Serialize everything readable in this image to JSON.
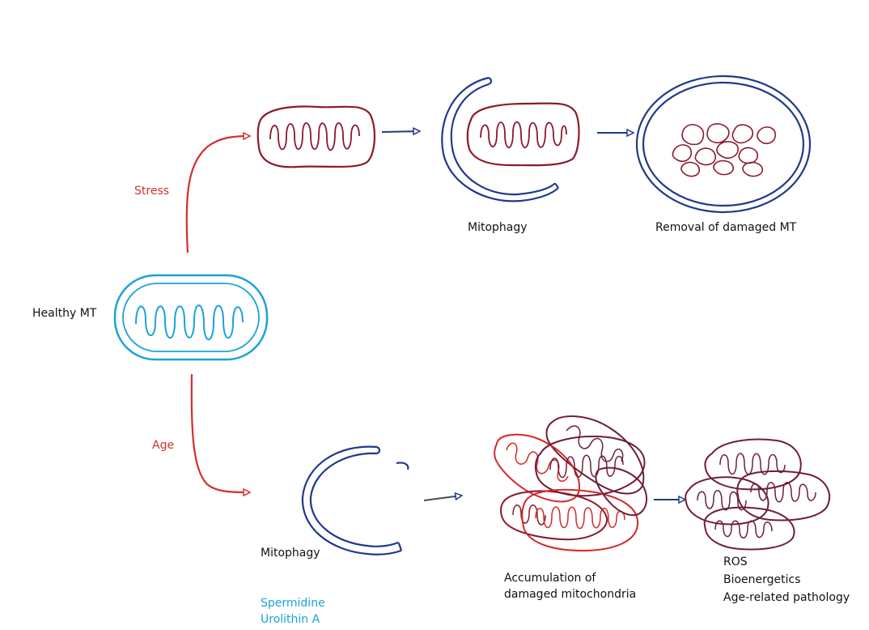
{
  "labels": {
    "healthy": "Healthy MT",
    "stress": "Stress",
    "age": "Age",
    "mitophagy_top": "Mitophagy",
    "removal": "Removal of damaged MT",
    "mitophagy_bottom": "Mitophagy",
    "interventions": [
      "Spermidine",
      "Urolithin A"
    ],
    "accumulation": [
      "Accumulation of",
      "damaged mitochondria"
    ],
    "outcomes": [
      "ROS",
      "Bioenergetics",
      "Age-related pathology"
    ]
  },
  "colors": {
    "healthy": "#1aa3d6",
    "stress_path": "#d32f2f",
    "damaged": "#8b1a2b",
    "phagophore": "#1f3a8a",
    "bright_red": "#d62828",
    "dark_maroon": "#6e1f3a",
    "intervention_text": "#1aa3d6"
  }
}
